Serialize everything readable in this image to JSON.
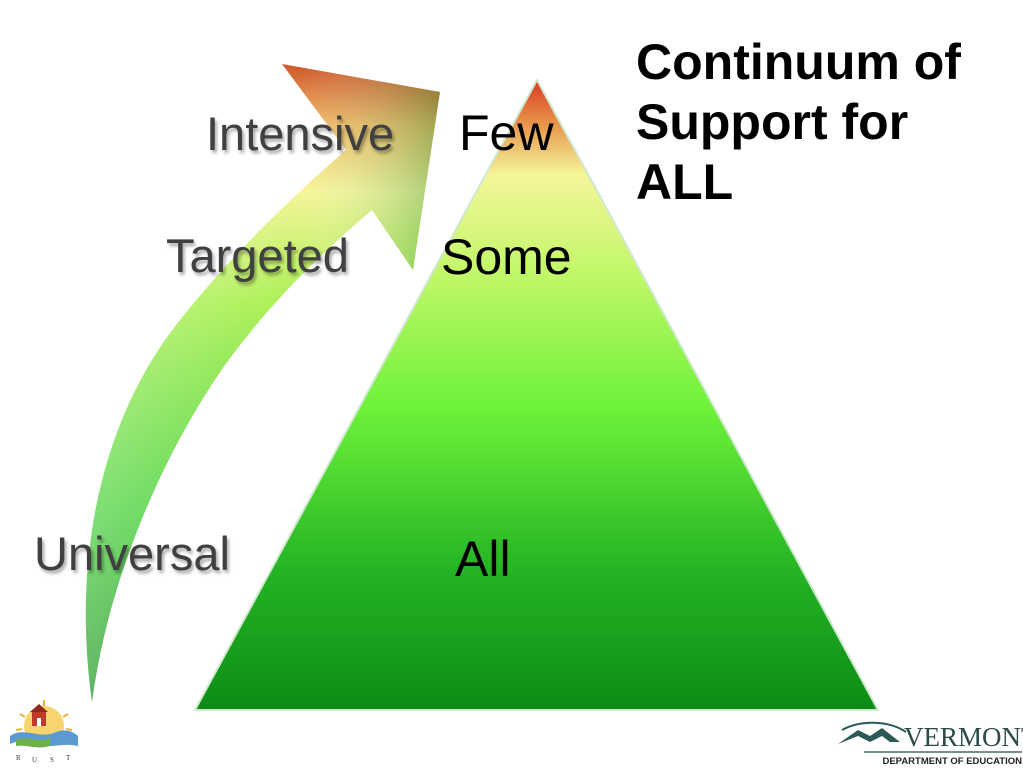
{
  "slide": {
    "title_lines": [
      "Continuum of",
      "Support for",
      "ALL"
    ]
  },
  "pyramid": {
    "tiers": [
      "Few",
      "Some",
      "All"
    ],
    "colors": {
      "top": "#d93a22",
      "upper": "#f5f59a",
      "middle": "#6ef23a",
      "bottom": "#0c8c14"
    }
  },
  "arrow": {
    "labels": [
      "Intensive",
      "Targeted",
      "Universal"
    ]
  },
  "logos": {
    "vermont": {
      "name": "VERMONT",
      "subtitle": "DEPARTMENT OF EDUCATION",
      "icon": "mountain-swoosh-icon"
    },
    "rust": {
      "letters": [
        "R",
        "U",
        "S",
        "T"
      ],
      "icon": "schoolhouse-sun-icon"
    }
  }
}
